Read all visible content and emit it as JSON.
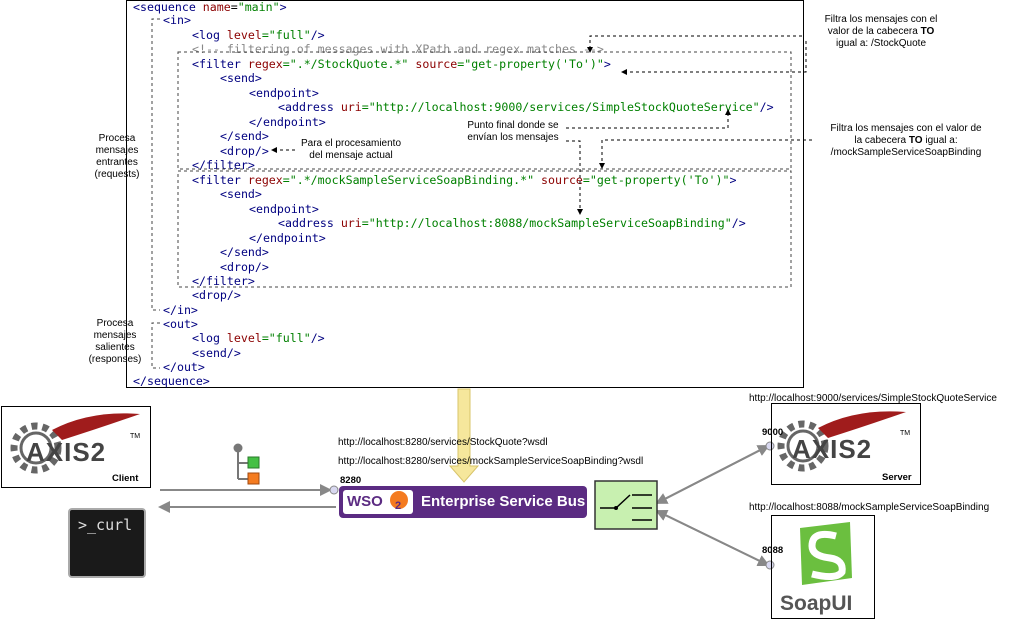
{
  "code": {
    "l1": {
      "open": "<",
      "tag": "sequence",
      "attr": " name",
      "eq": "=",
      "val": "\"main\"",
      "close": ">"
    },
    "l2": "<in>",
    "l3": {
      "tag": "<log",
      "attr": " level",
      "val": "=\"full\"",
      "close": "/>"
    },
    "l4": "<!-- filtering of messages with XPath and regex matches -->",
    "l5": {
      "tag": "<filter",
      "attr1": " regex",
      "val1": "=\".*/StockQuote.*\"",
      "attr2": " source",
      "val2": "=\"get-property('To')\"",
      "close": ">"
    },
    "l6": "<send>",
    "l7": "<endpoint>",
    "l8": {
      "tag": "<address",
      "attr": " uri",
      "val": "=\"http://localhost:9000/services/SimpleStockQuoteService\"",
      "close": "/>"
    },
    "l9": "</endpoint>",
    "l10": "</send>",
    "l11": "<drop/>",
    "l12": "</filter>",
    "l13": {
      "tag": "<filter",
      "attr1": " regex",
      "val1": "=\".*/mockSampleServiceSoapBinding.*\"",
      "attr2": " source",
      "val2": "=\"get-property('To')\"",
      "close": ">"
    },
    "l14": "<send>",
    "l15": "<endpoint>",
    "l16": {
      "tag": "<address",
      "attr": " uri",
      "val": "=\"http://localhost:8088/mockSampleServiceSoapBinding\"",
      "close": "/>"
    },
    "l17": "</endpoint>",
    "l18": "</send>",
    "l19": "<drop/>",
    "l20": "</filter>",
    "l21": "<drop/>",
    "l22": "</in>",
    "l23": "<out>",
    "l24": {
      "tag": "<log",
      "attr": " level",
      "val": "=\"full\"",
      "close": "/>"
    },
    "l25": "<send/>",
    "l26": "</out>",
    "l27": "</sequence>"
  },
  "annotations": {
    "filter1": [
      "Filtra los mensajes con el",
      "valor de la cabecera ",
      "TO",
      "igual a: /StockQuote"
    ],
    "filter2": [
      "Filtra los mensajes con el valor de",
      "la cabecera ",
      "TO",
      " igual a:",
      "/mockSampleServiceSoapBinding"
    ],
    "endpoint_note": [
      "Punto final donde se",
      "envían los mensajes"
    ],
    "drop_note": [
      "Para el procesamiento",
      "del mensaje actual"
    ],
    "incoming": [
      "Procesa",
      "mensajes",
      "entrantes",
      "(requests)"
    ],
    "outgoing": [
      "Procesa",
      "mensajes",
      "salientes",
      "(responses)"
    ]
  },
  "urls": {
    "proxy1": "http://localhost:8280/services/StockQuote?wsdl",
    "proxy2": "http://localhost:8280/services/mockSampleServiceSoapBinding?wsdl",
    "server1": "http://localhost:9000/services/SimpleStockQuoteService",
    "server2": "http://localhost:8088/mockSampleServiceSoapBinding"
  },
  "components": {
    "client_logo": "AXIS2",
    "client_label": "Client",
    "server_logo": "AXIS2",
    "server_label": "Server",
    "tm": "TM",
    "curl_text": ">_curl",
    "esb_brand": "WSO",
    "esb_brand_sub": "2",
    "esb_label": "Enterprise Service Bus",
    "esb_port": "8280",
    "server_port": "9000",
    "soapui_port": "8088",
    "soapui_label": "SoapUI"
  },
  "colors": {
    "esb_purple": "#5b2b82",
    "esb_orange": "#f47b20",
    "switch_green": "#c8f0b0",
    "soapui_green": "#6bbf3f",
    "axis_red": "#a01c1c",
    "arrow_gray": "#888888",
    "big_arrow_yellow": "#f6e79c"
  }
}
